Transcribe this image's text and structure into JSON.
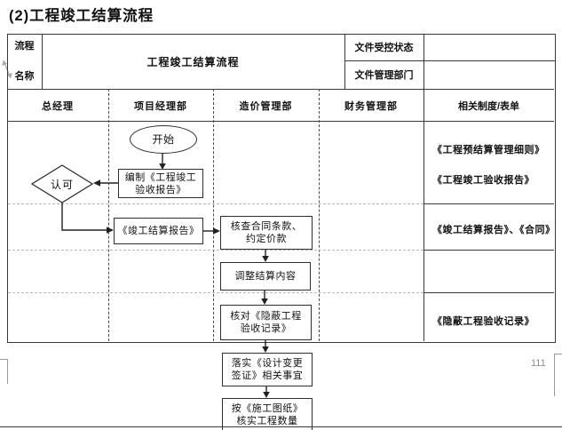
{
  "title": "(2)工程竣工结算流程",
  "header_table": {
    "row_label_line1": "流程",
    "row_label_line2": "名称",
    "process_name": "工程竣工结算流程",
    "doc_control_label": "文件受控状态",
    "doc_control_value": "",
    "doc_dept_label": "文件管理部门",
    "doc_dept_value": ""
  },
  "columns": [
    {
      "label": "总经理"
    },
    {
      "label": "项目经理部"
    },
    {
      "label": "造价管理部"
    },
    {
      "label": "财务管理部"
    },
    {
      "label": "相关制度/表单"
    }
  ],
  "flowchart": {
    "start": "开始",
    "prepare_report": "编制《工程竣工\n验收报告》",
    "approve": "认可",
    "settlement_report": "《竣工结算报告》",
    "check_contract": "核查合同条款、\n约定价款",
    "adjust_settlement": "调整结算内容",
    "verify_hidden": "核对《隐蔽工程\n验收记录》",
    "implement_change": "落实《设计变更\n签证》相关事宜",
    "verify_quantity": "按《施工图纸》\n核实工程数量"
  },
  "related_docs": {
    "cell1_line1": "《工程预结算管理细则》",
    "cell1_line2": "《工程竣工验收报告》",
    "cell2": "《竣工结算报告》、《合同》",
    "cell3": "",
    "cell4": "《隐蔽工程验收记录》"
  },
  "page_number": "111",
  "colors": {
    "border": "#3a3a3a",
    "row_separator_dashed": "#b8b8b8",
    "page_number_gray": "#8c8c8c"
  }
}
